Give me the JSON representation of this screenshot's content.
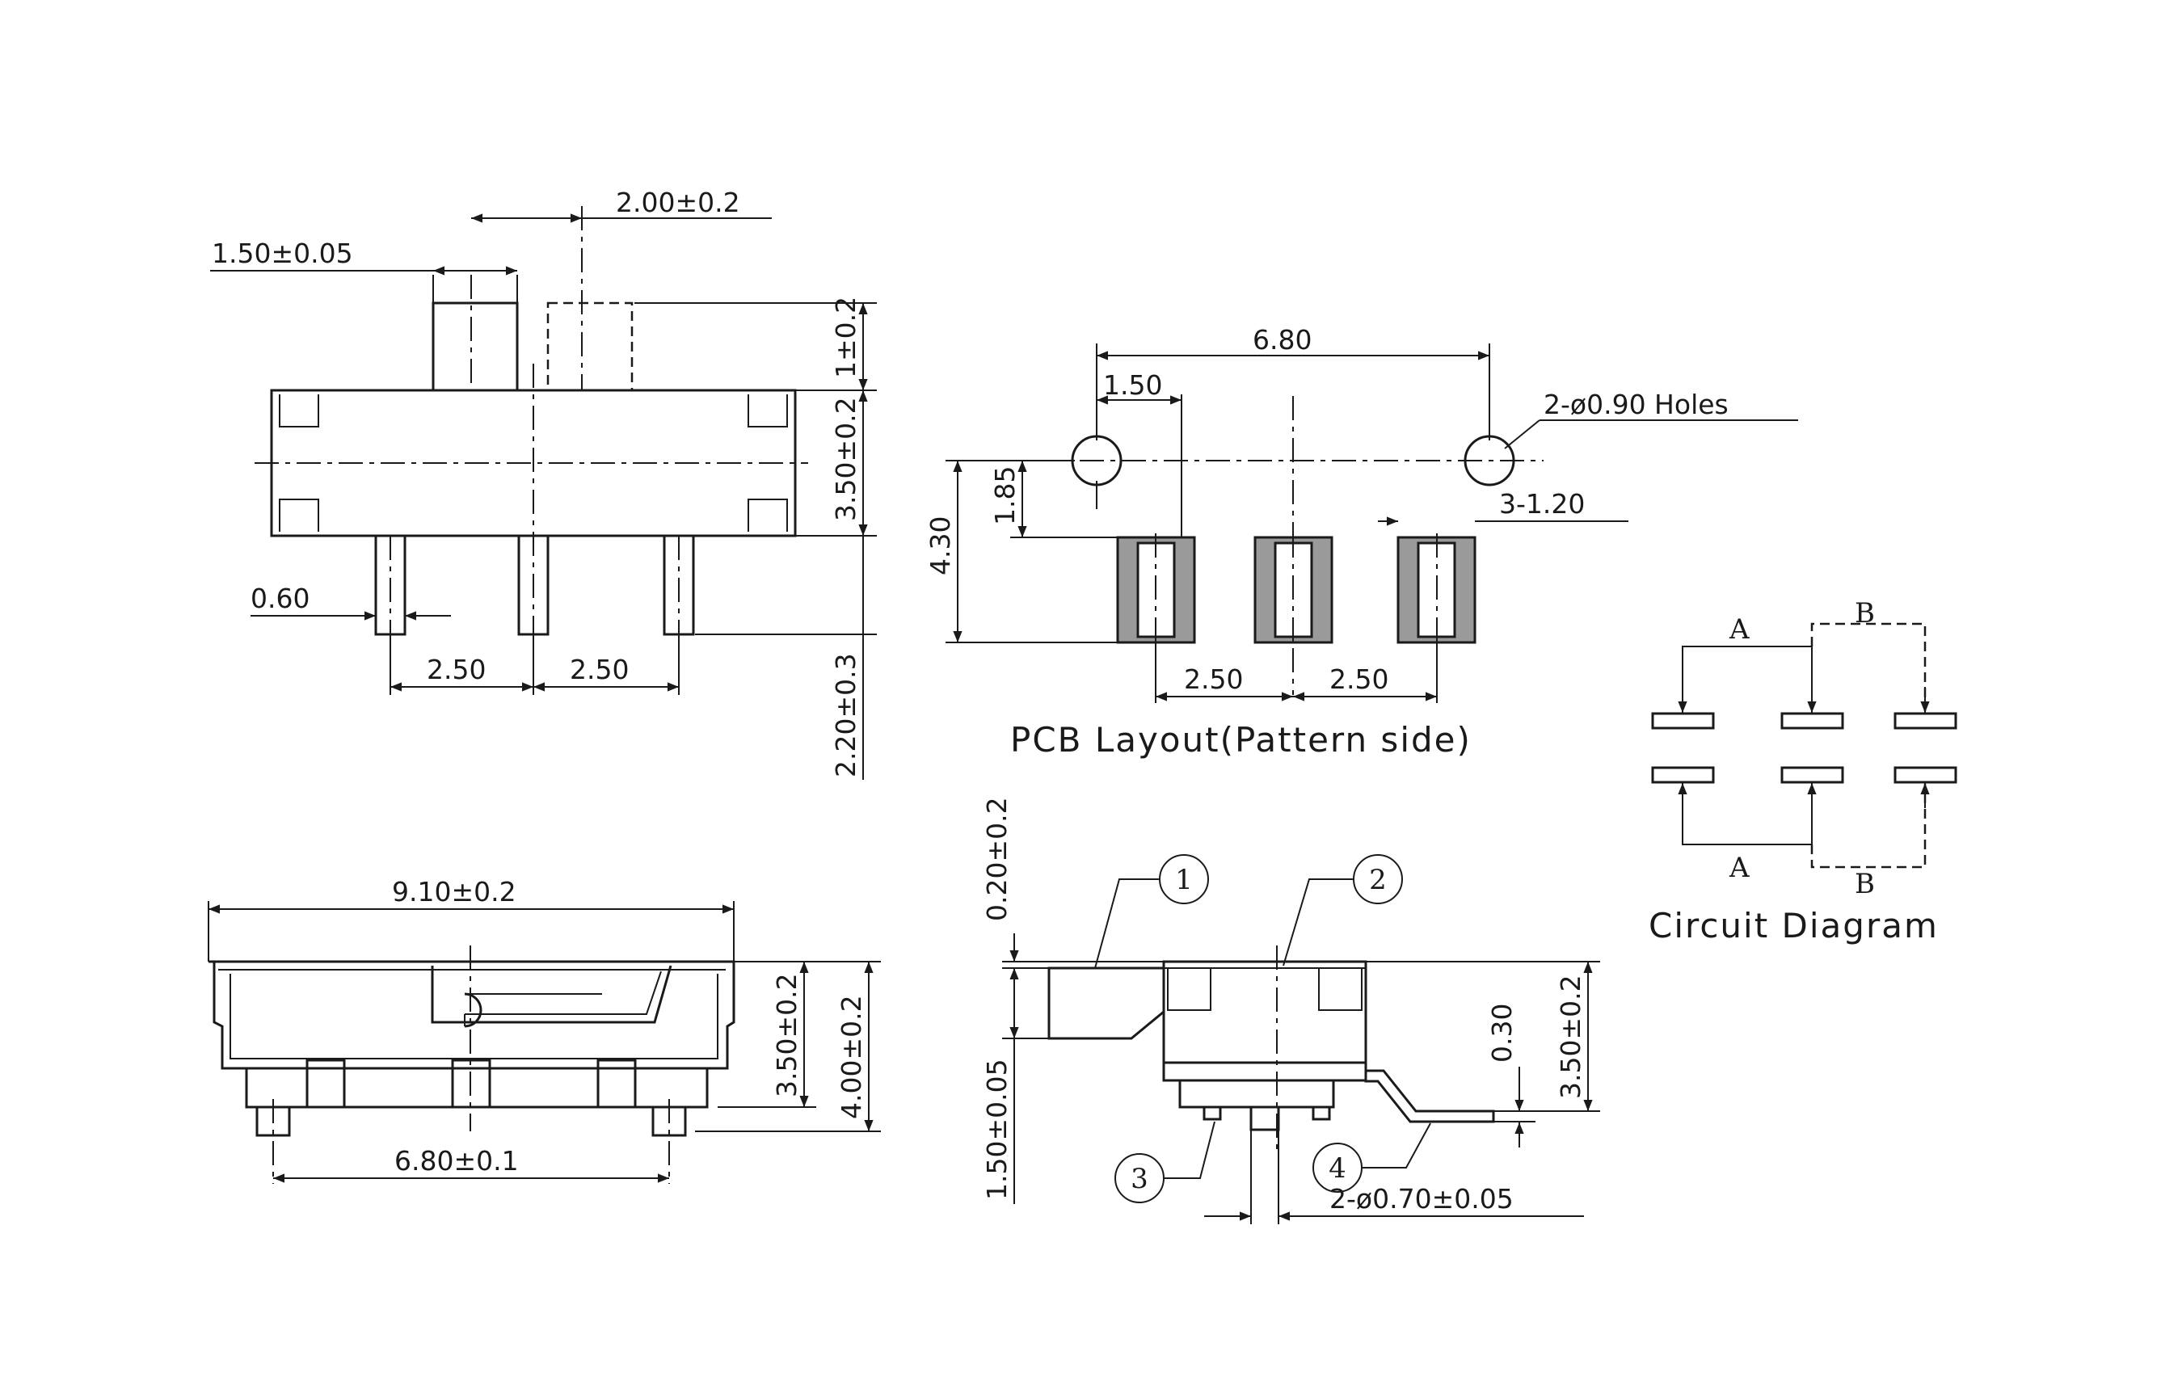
{
  "top_view": {
    "dim_actuator_width": "1.50±0.05",
    "dim_actuator_travel": "2.00±0.2",
    "dim_actuator_height": "1±0.2",
    "dim_body_height": "3.50±0.2",
    "dim_pin_width": "0.60",
    "dim_pitch_left": "2.50",
    "dim_pitch_right": "2.50",
    "dim_pin_length": "2.20±0.3"
  },
  "pcb_layout": {
    "dim_hole_spacing": "6.80",
    "dim_hole_offset": "1.50",
    "dim_holes_note": "2-ø0.90 Holes",
    "dim_total_height": "4.30",
    "dim_hole_to_pad": "1.85",
    "dim_pad_width": "3-1.20",
    "dim_pitch_left": "2.50",
    "dim_pitch_right": "2.50",
    "caption": "PCB Layout(Pattern side)"
  },
  "circuit_diagram": {
    "label_a_top": "A",
    "label_b_top": "B",
    "label_a_bottom": "A",
    "label_b_bottom": "B",
    "caption": "Circuit Diagram"
  },
  "front_view": {
    "dim_length": "9.10±0.2",
    "dim_body_height": "3.50±0.2",
    "dim_total_height": "4.00±0.2",
    "dim_post_spacing": "6.80±0.1"
  },
  "side_view": {
    "callout_1": "1",
    "callout_2": "2",
    "callout_3": "3",
    "callout_4": "4",
    "dim_actuator_offset": "0.20±0.2",
    "dim_actuator_height": "1.50±0.05",
    "dim_terminal_thickness": "0.30",
    "dim_body_height": "3.50±0.2",
    "dim_post_diameter": "2-ø0.70±0.05"
  },
  "colors": {
    "line": "#1a1a1a",
    "hatch": "#9a9a9a",
    "background": "#ffffff"
  }
}
